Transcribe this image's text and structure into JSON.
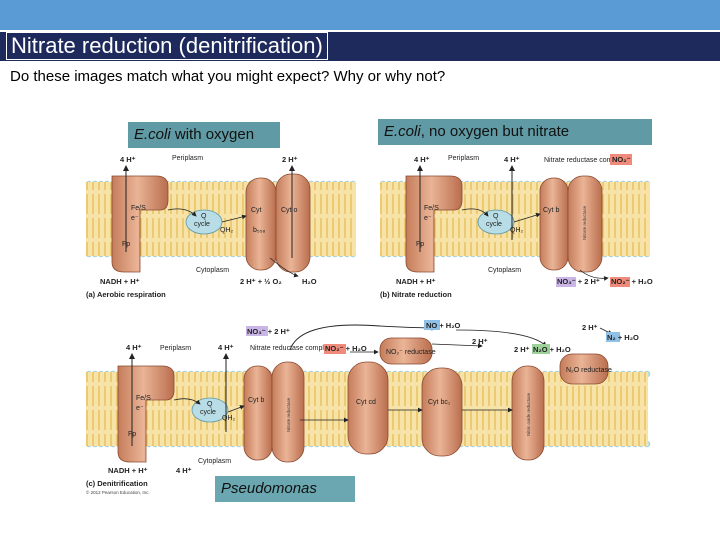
{
  "slide": {
    "title": "Nitrate reduction (denitrification)",
    "question": "Do these images match what you might expect? Why or why not?"
  },
  "labels": {
    "aerobic_prefix": "E.coli",
    "aerobic_suffix": " with oxygen",
    "nitrate_prefix": "E.coli",
    "nitrate_suffix": ", no oxygen but nitrate",
    "pseudomonas": "Pseudomonas"
  },
  "panel_a": {
    "h4_left": "4 H⁺",
    "periplasm": "Periplasm",
    "h2_right": "2 H⁺",
    "fes": "Fe/S",
    "e": "e⁻",
    "q": "Q",
    "cycle": "cycle",
    "qh2": "QH₂",
    "cyt": "Cyt",
    "b558": "b₅₅₈",
    "cyto": "Cyt o",
    "fp": "Fp",
    "nadh": "NADH + H⁺",
    "cytoplasm": "Cytoplasm",
    "products": "2 H⁺ + ½ O₂",
    "h2o": "H₂O",
    "caption": "(a) Aerobic respiration"
  },
  "panel_b": {
    "h4_left": "4 H⁺",
    "periplasm": "Periplasm",
    "h4_mid": "4 H⁺",
    "nr_complex": "Nitrate reductase complex",
    "no2": "NO₂⁻",
    "fes": "Fe/S",
    "e": "e⁻",
    "q": "Q",
    "cycle": "cycle",
    "qh2": "QH₂",
    "cytb": "Cyt b",
    "nitrate_reductase": "Nitrate reductase",
    "fp": "Fp",
    "nadh": "NADH + H⁺",
    "cytoplasm": "Cytoplasm",
    "no3_products": "NO₃⁻ + 2 H⁺",
    "no2_products": "NO₂⁻ + H₂O",
    "caption": "(b) Nitrate reduction"
  },
  "panel_c": {
    "no3": "NO₃⁻ + 2 H⁺",
    "no": "NO + H₂O",
    "h2_top": "2 H⁺",
    "n2": "N₂ + H₂O",
    "h4_left": "4 H⁺",
    "periplasm": "Periplasm",
    "h4_mid": "4 H⁺",
    "nr_complex": "Nitrate reductase complex",
    "no2_h2o": "NO₂⁻ + H₂O",
    "no2_reductase": "NO₂⁻ reductase",
    "h2_mid": "2 H⁺",
    "h2_right": "2 H⁺",
    "n2o": "N₂O + H₂O",
    "n2o_reductase": "N₂O reductase",
    "fes": "Fe/S",
    "e": "e⁻",
    "q": "Q",
    "cycle": "cycle",
    "qh2": "QH₂",
    "cytb": "Cyt b",
    "nitrate_reductase": "Nitrate reductase",
    "cytcd": "Cyt cd",
    "cytbc1": "Cyt bc₁",
    "nor": "Nitric oxide reductase",
    "fp": "Fp",
    "nadh": "NADH + H⁺",
    "h4_bottom": "4 H⁺",
    "cytoplasm": "Cytoplasm",
    "caption": "(c) Denitrification",
    "copyright": "© 2012 Pearson Education, Inc."
  },
  "colors": {
    "top_bar": "#5b9bd5",
    "title_bar": "#1f2a5c",
    "label_bg": "#5f9aa5",
    "membrane_head": "#b7dfe6",
    "membrane_tail": "#f2d38a",
    "protein": "#e0a484",
    "protein_dark": "#b06a4a",
    "q_cycle": "#b9dde6",
    "proton_badge": "#f6e58a",
    "nitrite_badge": "#f08a7a",
    "nitrate_badge": "#c9b6e6",
    "green_badge": "#9ed09a",
    "blue_badge": "#8fc1e6"
  }
}
